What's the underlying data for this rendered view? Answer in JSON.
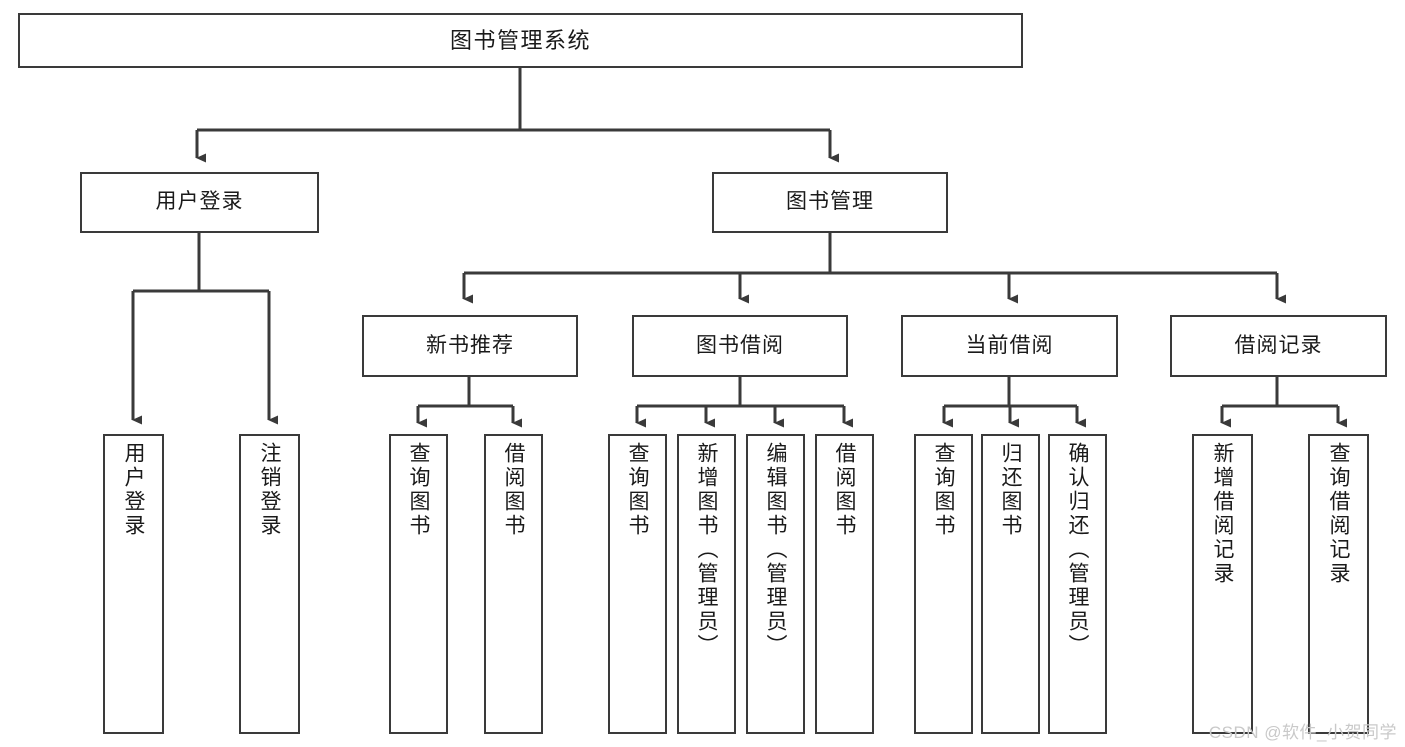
{
  "diagram": {
    "title": "图书管理系统",
    "type": "tree-hierarchy",
    "root": {
      "label": "图书管理系统"
    },
    "level2": [
      {
        "label": "用户登录"
      },
      {
        "label": "图书管理"
      }
    ],
    "level3": [
      {
        "label": "新书推荐"
      },
      {
        "label": "图书借阅"
      },
      {
        "label": "当前借阅"
      },
      {
        "label": "借阅记录"
      }
    ],
    "leaves": {
      "user_login": [
        {
          "label": "用户登录"
        },
        {
          "label": "注销登录"
        }
      ],
      "new_book_recommend": [
        {
          "label": "查询图书"
        },
        {
          "label": "借阅图书"
        }
      ],
      "book_borrow": [
        {
          "label": "查询图书"
        },
        {
          "label": "新增图书（管理员）"
        },
        {
          "label": "编辑图书（管理员）"
        },
        {
          "label": "借阅图书"
        }
      ],
      "current_borrow": [
        {
          "label": "查询图书"
        },
        {
          "label": "归还图书"
        },
        {
          "label": "确认归还（管理员）"
        }
      ],
      "borrow_record": [
        {
          "label": "新增借阅记录"
        },
        {
          "label": "查询借阅记录"
        }
      ]
    },
    "watermark": "CSDN @软件_小贺同学",
    "colors": {
      "stroke": "#3a3a3a",
      "fill": "#ffffff",
      "text": "#1a1a1a",
      "watermark": "#c9c9c9"
    }
  }
}
